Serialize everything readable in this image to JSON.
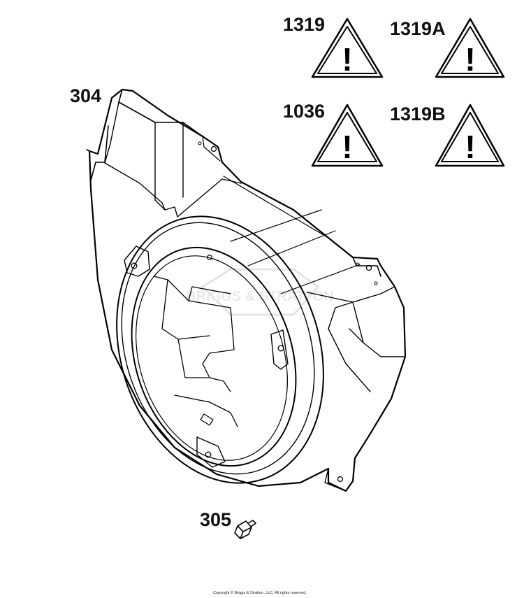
{
  "labels": {
    "warn_1319": "1319",
    "warn_1319a": "1319A",
    "warn_1036": "1036",
    "warn_1319b": "1319B",
    "housing": "304",
    "screw": "305"
  },
  "warning_glyph": "!",
  "watermark": "BRIGGS & STRATTON",
  "copyright": "Copyright © Briggs & Stratton, LLC. All rights reserved.",
  "icons": {
    "warning": "warning-triangle-icon",
    "housing": "blower-housing",
    "screw": "screw"
  },
  "colors": {
    "line": "#000000",
    "background": "#ffffff",
    "watermark": "#e6e6e6"
  }
}
